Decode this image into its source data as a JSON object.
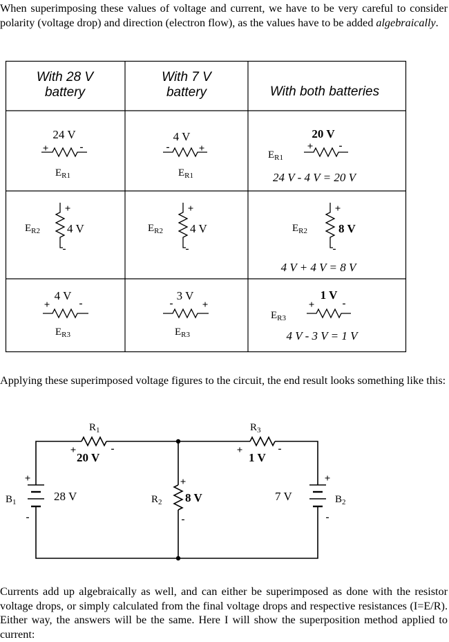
{
  "paragraphs": {
    "p1_before": "When superimposing these values of voltage and current, we have to be very careful to consider polarity (voltage drop) and direction (electron flow), as the values have to be added ",
    "p1_emph": "algebraically",
    "p1_after": ".",
    "p2": "Applying these superimposed voltage figures to the circuit, the end result looks something like this:",
    "p3": "Currents add up algebraically as well, and can either be superimposed as done with the resistor voltage drops, or simply calculated from the final voltage drops and respective resistances (I=E/R). Either way, the answers will be the same. Here I will show the superposition method applied to current:"
  },
  "table": {
    "headers": [
      [
        "With 28 V",
        "battery"
      ],
      [
        "With 7 V",
        "battery"
      ],
      [
        "With both batteries"
      ]
    ],
    "rows": [
      {
        "name": "R1",
        "col28": {
          "value": "24 V",
          "plus": "+",
          "minus": "-",
          "label": "E",
          "sub": "R1"
        },
        "col7": {
          "value": "4 V",
          "plus": "+",
          "minus": "-",
          "label": "E",
          "sub": "R1"
        },
        "both": {
          "value": "20 V",
          "plus": "+",
          "minus": "-",
          "label": "E",
          "sub": "R1",
          "equation": "24 V - 4 V = 20 V"
        }
      },
      {
        "name": "R2",
        "col28": {
          "value": "4 V",
          "plus": "+",
          "minus": "-",
          "label": "E",
          "sub": "R2"
        },
        "col7": {
          "value": "4 V",
          "plus": "+",
          "minus": "-",
          "label": "E",
          "sub": "R2"
        },
        "both": {
          "value": "8 V",
          "plus": "+",
          "minus": "-",
          "label": "E",
          "sub": "R2",
          "equation": "4 V + 4 V = 8 V"
        }
      },
      {
        "name": "R3",
        "col28": {
          "value": "4 V",
          "plus": "+",
          "minus": "-",
          "label": "E",
          "sub": "R3"
        },
        "col7": {
          "value": "3 V",
          "plus": "+",
          "minus": "-",
          "label": "E",
          "sub": "R3"
        },
        "both": {
          "value": "1 V",
          "plus": "+",
          "minus": "-",
          "label": "E",
          "sub": "R3",
          "equation": "4 V - 3 V = 1 V"
        }
      }
    ]
  },
  "circuit": {
    "r1": {
      "label": "R",
      "sub": "1",
      "drop": "20 V",
      "plus": "+",
      "minus": "-"
    },
    "r2": {
      "label": "R",
      "sub": "2",
      "drop": "8 V",
      "plus": "+",
      "minus": "-"
    },
    "r3": {
      "label": "R",
      "sub": "3",
      "drop": "1 V",
      "plus": "+",
      "minus": "-"
    },
    "b1": {
      "label": "B",
      "sub": "1",
      "voltage": "28 V",
      "plus": "+",
      "minus": "-"
    },
    "b2": {
      "label": "B",
      "sub": "2",
      "voltage": "7 V",
      "plus": "+",
      "minus": "-"
    }
  }
}
